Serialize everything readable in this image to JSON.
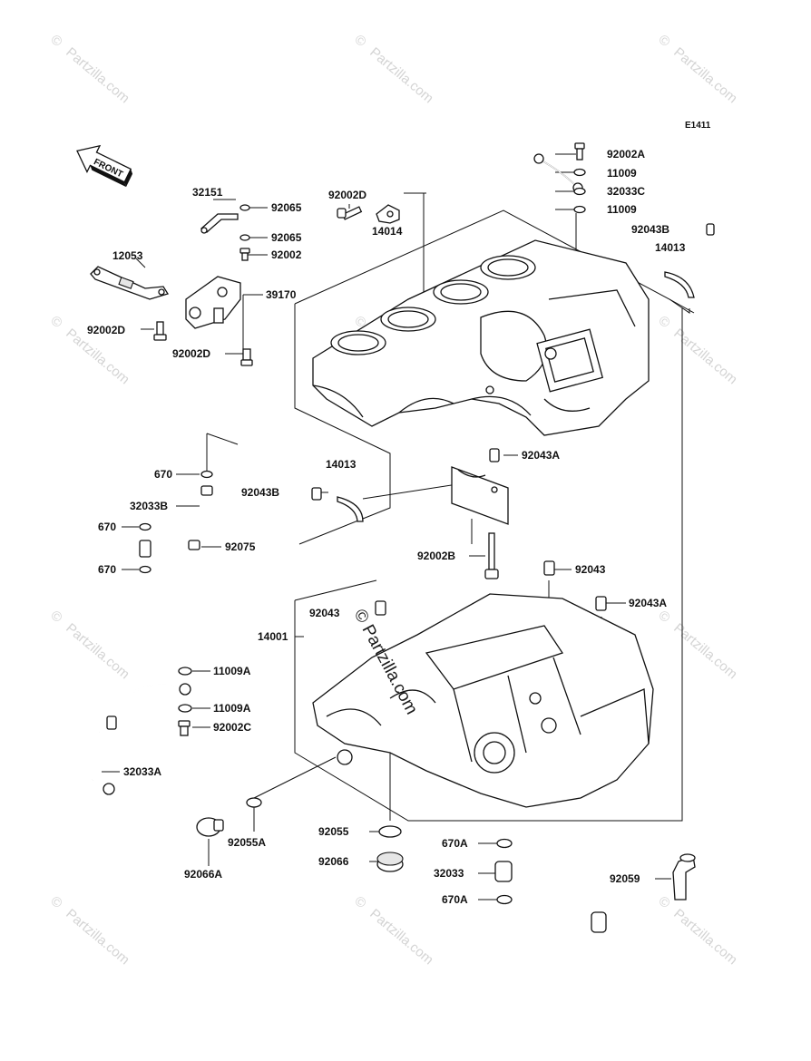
{
  "diagram_code": "E1411",
  "front_label": "FRONT",
  "watermark": {
    "symbol": "©",
    "text": "Partzilla.com"
  },
  "center_watermark": "© Partzilla.com",
  "parts": {
    "p92002A": "92002A",
    "p11009_top": "11009",
    "p32033C": "32033C",
    "p11009_bottom": "11009",
    "p92043B_right": "92043B",
    "p14013_right": "14013",
    "p32151": "32151",
    "p92065_a": "92065",
    "p92065_b": "92065",
    "p92002": "92002",
    "p39170": "39170",
    "p92002D_top": "92002D",
    "p14014": "14014",
    "p12053": "12053",
    "p92002D_left": "92002D",
    "p92002D_mid": "92002D",
    "p670_top": "670",
    "p32033B": "32033B",
    "p670_mid": "670",
    "p92075": "92075",
    "p670_bottom": "670",
    "p92043B_left": "92043B",
    "p14013_left": "14013",
    "p92043A_top": "92043A",
    "p92002B": "92002B",
    "p92043": "92043",
    "p92043A_right": "92043A",
    "p92043_left": "92043",
    "p14001": "14001",
    "p11009A_a": "11009A",
    "p11009A_b": "11009A",
    "p92002C": "92002C",
    "p32033A": "32033A",
    "p92055A": "92055A",
    "p92066A": "92066A",
    "p92055": "92055",
    "p92066": "92066",
    "p670A_top": "670A",
    "p32033": "32033",
    "p670A_bottom": "670A",
    "p92059": "92059"
  }
}
